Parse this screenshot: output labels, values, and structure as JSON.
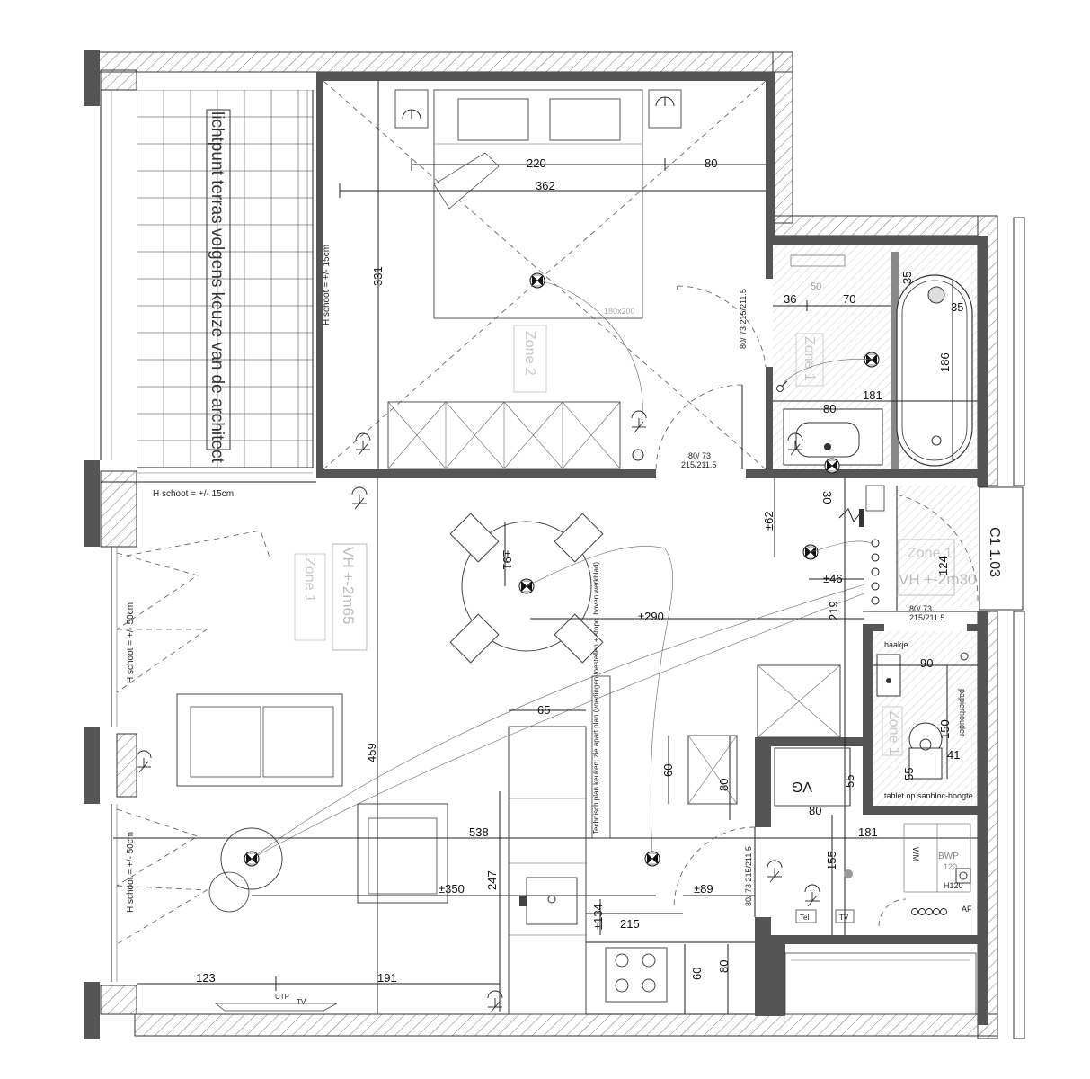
{
  "terrace_note": "lichtpunt terras volgens keuze van de architect",
  "screens": {
    "terrace": "H schoot = +/- 15cm",
    "living_top": "H schoot = +/- 15cm",
    "living_window_1": "H schoot = +/- 50cm",
    "living_window_2": "H schoot = +/- 50cm"
  },
  "zones": {
    "bedroom": "Zone 2",
    "living": "Zone 1",
    "bathroom": "Zone 1",
    "toilet": "Zone 1",
    "entrance": "Zone 1"
  },
  "ceiling_heights": {
    "living": "VH +-2m65",
    "entrance": "VH +-2m30"
  },
  "room_code": "C1 1.03",
  "bed_size": "180x200",
  "kitchen_note": "Technisch plan keuken: zie apart plan (voedingen toestellen + stopc. boven werkblad)",
  "labels": {
    "hook": "haakje",
    "paper_holder": "papierhouder",
    "tablet": "tablet op sanbloc-hoogte",
    "vg": "VG",
    "wm": "WM",
    "bwp": "BWP",
    "bwp_sub": "120",
    "h120": "H120",
    "tel": "Tel",
    "tv": "TV",
    "af": "AF",
    "utp": "UTP",
    "tv_small": "TV"
  },
  "doors": {
    "bathroom": "80/ 73 215/211.5",
    "bedroom": [
      "80/ 73",
      "215/211.5"
    ],
    "entrance": [
      "80/ 73",
      "215/211.5"
    ],
    "storage": "80/ 73 215/211.5"
  },
  "dimensions": {
    "bed_width": "220",
    "bed_side": "80",
    "bedroom_width": "362",
    "bedroom_depth": "331",
    "bath_36": "36",
    "bath_70": "70",
    "bath_50": "50",
    "bath_35a": "35",
    "bath_35b": "35",
    "bath_186": "186",
    "bath_181": "181",
    "bath_80": "80",
    "table_91": "±91",
    "door_62": "±62",
    "height_30": "30",
    "entr_124": "124",
    "entr_46": "±46",
    "table_290": "±290",
    "entr_219": "219",
    "wc_90": "90",
    "wc_150": "150",
    "wc_41": "41",
    "wc_55": "55",
    "vg_55": "55",
    "vg_80": "80",
    "kitchen_65": "65",
    "kitchen_60": "60",
    "island_80": "80",
    "living_538": "538",
    "storage_181": "181",
    "storage_155": "155",
    "living_247": "247",
    "living_350": "±350",
    "living_89": "±89",
    "living_134": "±134",
    "kitchen_215": "215",
    "living_459": "459",
    "kitchen_60b": "60",
    "kitchen_80": "80",
    "bottom_123": "123",
    "bottom_191": "191"
  }
}
